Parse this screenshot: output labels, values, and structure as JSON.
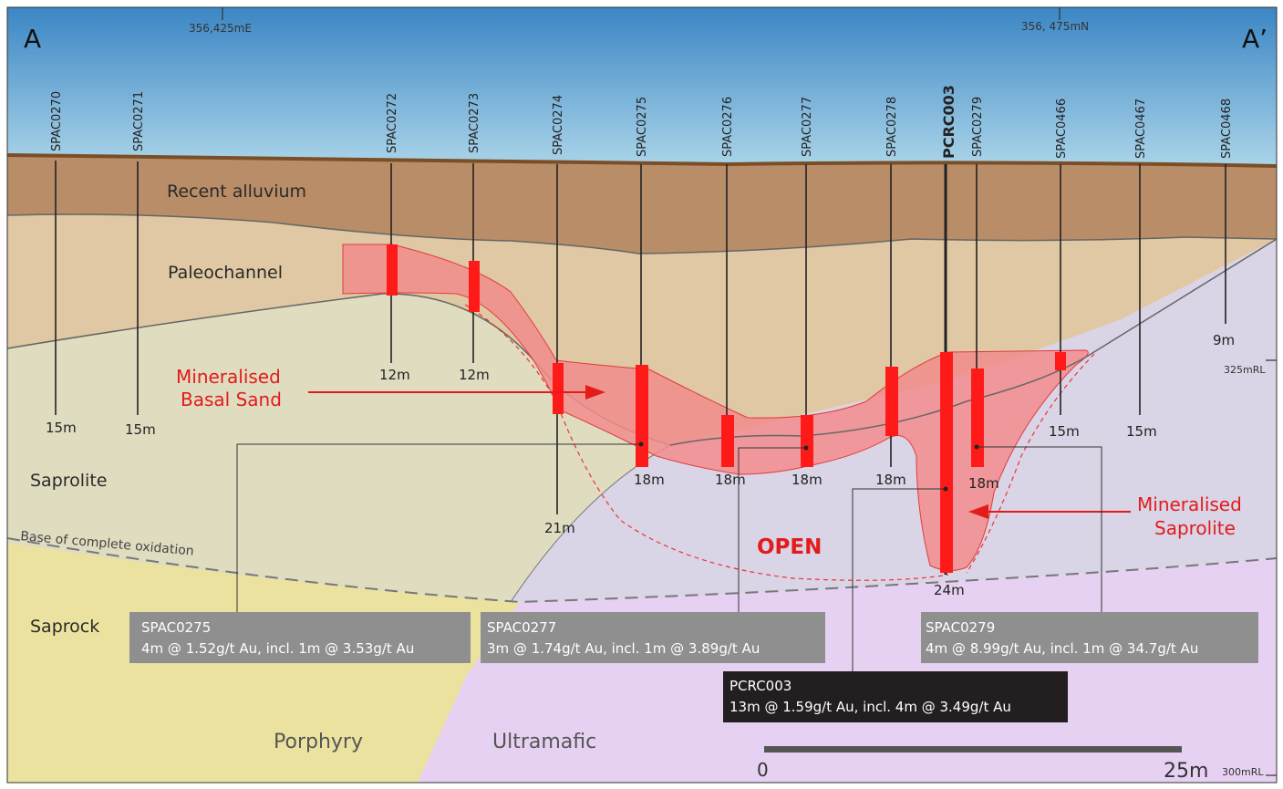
{
  "section": {
    "start_label": "A",
    "end_label": "A’",
    "easting_label": "356,425mE",
    "northing_label": "356, 475mN"
  },
  "units": {
    "alluvium": "Recent alluvium",
    "paleochannel": "Paleochannel",
    "saprolite": "Saprolite",
    "saprock": "Saprock",
    "porphyry": "Porphyry",
    "ultramafic": "Ultramafic",
    "base_oxidation": "Base of complete oxidation"
  },
  "annotations": {
    "basal_sand_line1": "Mineralised",
    "basal_sand_line2": "Basal Sand",
    "saprolite_line1": "Mineralised",
    "saprolite_line2": "Saprolite",
    "open": "OPEN"
  },
  "drillholes": [
    {
      "name": "SPAC0270",
      "depth_label": "15m"
    },
    {
      "name": "SPAC0271",
      "depth_label": "15m"
    },
    {
      "name": "SPAC0272",
      "depth_label": "12m"
    },
    {
      "name": "SPAC0273",
      "depth_label": "12m"
    },
    {
      "name": "SPAC0274",
      "depth_label": "21m"
    },
    {
      "name": "SPAC0275",
      "depth_label": "18m"
    },
    {
      "name": "SPAC0276",
      "depth_label": "18m"
    },
    {
      "name": "SPAC0277",
      "depth_label": "18m"
    },
    {
      "name": "SPAC0278",
      "depth_label": "18m"
    },
    {
      "name": "PCRC003",
      "depth_label": "24m"
    },
    {
      "name": "SPAC0279",
      "depth_label": "18m"
    },
    {
      "name": "SPAC0466",
      "depth_label": "15m"
    },
    {
      "name": "SPAC0467",
      "depth_label": "15m"
    },
    {
      "name": "SPAC0468",
      "depth_label": "9m"
    }
  ],
  "intercepts": [
    {
      "hole": "SPAC0275",
      "result": "4m @ 1.52g/t Au, incl. 1m @ 3.53g/t Au"
    },
    {
      "hole": "SPAC0277",
      "result": "3m @ 1.74g/t Au, incl. 1m @ 3.89g/t Au"
    },
    {
      "hole": "SPAC0279",
      "result": "4m @ 8.99g/t Au, incl. 1m @ 34.7g/t Au"
    },
    {
      "hole": "PCRC003",
      "result": "13m @ 1.59g/t Au, incl. 4m @ 3.49g/t Au"
    }
  ],
  "scale_bar": {
    "start": "0",
    "end": "25m"
  },
  "rl": {
    "upper": "325mRL",
    "lower": "300mRL"
  },
  "colors": {
    "sky_top": "#3b86c4",
    "sky_bottom": "#a9d3e8",
    "alluvium": "#b88d68",
    "paleochannel": "#dfc8a3",
    "saprolite": "#dfdcc0",
    "ultramafic_weathered": "#d9d4e6",
    "ultramafic_fresh": "#e7d1f2",
    "porphyry": "#ece29f",
    "mineralisation": "#f28c8c",
    "intercept": "#ff1a1a",
    "annotation_red": "#e31b1b",
    "box_grey": "#8f8f8f",
    "box_black": "#231f20"
  }
}
